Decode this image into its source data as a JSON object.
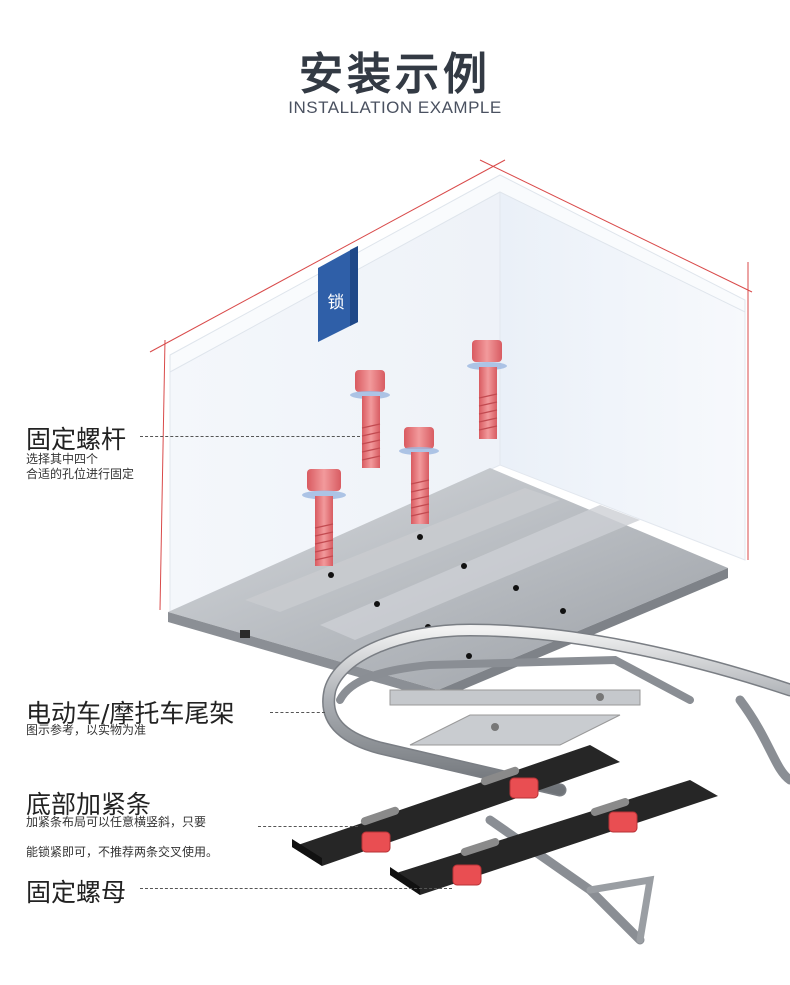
{
  "header": {
    "title": "安装示例",
    "subtitle": "INSTALLATION EXAMPLE"
  },
  "box": {
    "lock_label": "锁"
  },
  "labels": {
    "bolt": {
      "title": "固定螺杆",
      "desc_line1": "选择其中四个",
      "desc_line2": "合适的孔位进行固定"
    },
    "rack": {
      "title": "电动车/摩托车尾架",
      "desc": "图示参考，以实物为准"
    },
    "strip": {
      "title": "底部加紧条",
      "desc_line1": "加紧条布局可以任意横竖斜，只要",
      "desc_line2": "能锁紧即可，不推荐两条交叉使用。"
    },
    "nut": {
      "title": "固定螺母"
    }
  },
  "colors": {
    "bolt": "#e87478",
    "lock_tag": "#2f5fa8",
    "outline": "#d94a4a",
    "strip": "#333333"
  }
}
